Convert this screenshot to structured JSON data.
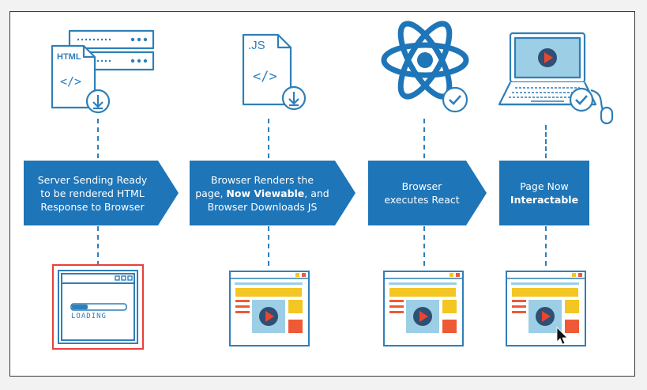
{
  "steps": [
    {
      "line1": "Server Sending Ready",
      "line2": "to be rendered HTML",
      "line3": "Response to Browser",
      "top_icon": "html-file-download-icon",
      "bottom_icon": "loading-window-icon"
    },
    {
      "line1": "Browser Renders the",
      "line2_pre": "page, ",
      "line2_bold": "Now Viewable",
      "line2_post": ", and",
      "line3": "Browser Downloads JS",
      "top_icon": "js-file-download-icon",
      "bottom_icon": "rendered-page-icon"
    },
    {
      "line1": "Browser",
      "line2": "executes React",
      "top_icon": "react-atom-check-icon",
      "bottom_icon": "rendered-page-icon"
    },
    {
      "line1": "Page Now",
      "line2_bold": "Interactable",
      "top_icon": "laptop-check-icon",
      "bottom_icon": "interactive-page-cursor-icon"
    }
  ],
  "icons": {
    "html_label": "HTML",
    "html_code": "</>",
    "js_label": ".JS",
    "js_code": "</>",
    "loading_label": "LOADING"
  },
  "colors": {
    "arrow": "#1e75b8",
    "outline": "#2f7fb8",
    "highlight_border": "#e8403a",
    "yellow": "#f3c623",
    "orange": "#ee5a35",
    "light_blue": "#9ccfe6",
    "play_red": "#e8462f"
  }
}
